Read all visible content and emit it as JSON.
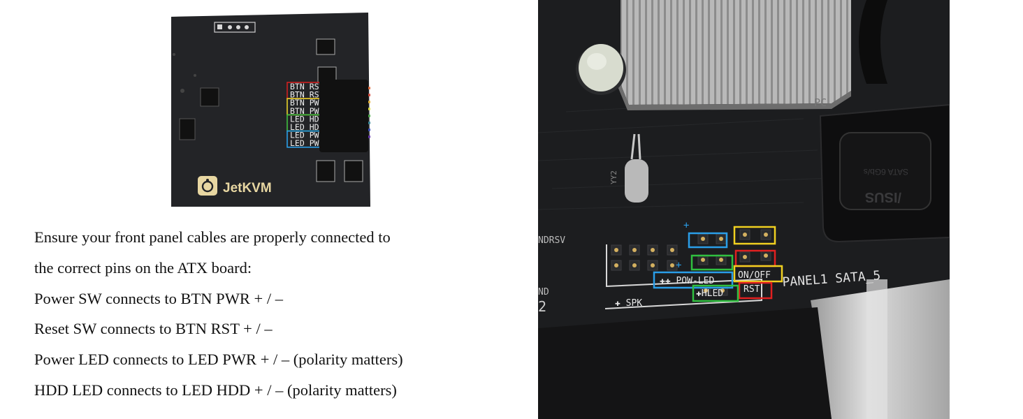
{
  "board_photo": {
    "logo_text": "JetKVM",
    "pin_labels": [
      "BTN RST+",
      "BTN RST-",
      "BTN PWR+",
      "BTN PWR-",
      "LED HDD+",
      "LED HDD-",
      "LED PWR+",
      "LED PWR-"
    ],
    "wire_colors": [
      "#e06a3a",
      "#d44a3c",
      "#e6b23a",
      "#dfe04a",
      "#4caa4a",
      "#3a8a9a",
      "#3a4fc0",
      "#6a3ab0"
    ],
    "box_colors": {
      "rst": "#d02020",
      "pwr": "#e8d22a",
      "hdd": "#3fbf3f",
      "led_pwr": "#2a9ee8"
    }
  },
  "instructions": {
    "lines": [
      "Ensure your front panel cables are properly connected to",
      "the correct pins on the ATX board:",
      "Power SW connects to BTN PWR + / –",
      "Reset SW connects to BTN RST + / –",
      "Power LED connects to LED PWR + / – (polarity matters)",
      "HDD LED connects to LED HDD + / – (polarity matters)"
    ]
  },
  "motherboard_photo": {
    "silkscreen": {
      "ndrsv": "NDRSV",
      "nd": "ND",
      "two": "2",
      "yy2": "YY2",
      "pc": "PC",
      "pow_led": "✚✚ POW-LED",
      "spk": "✚     SPK",
      "hled": "✚HLED",
      "on_off": "ON/OFF",
      "rst": "RST",
      "plus": "+",
      "panel": "PANEL1 SATA_5",
      "sata_port": "SATA 6Gb/s",
      "asus": "/ISUS"
    },
    "box_colors": {
      "yellow": "#f0d020",
      "red": "#e02020",
      "green": "#30c040",
      "blue": "#2a9ee8"
    }
  }
}
